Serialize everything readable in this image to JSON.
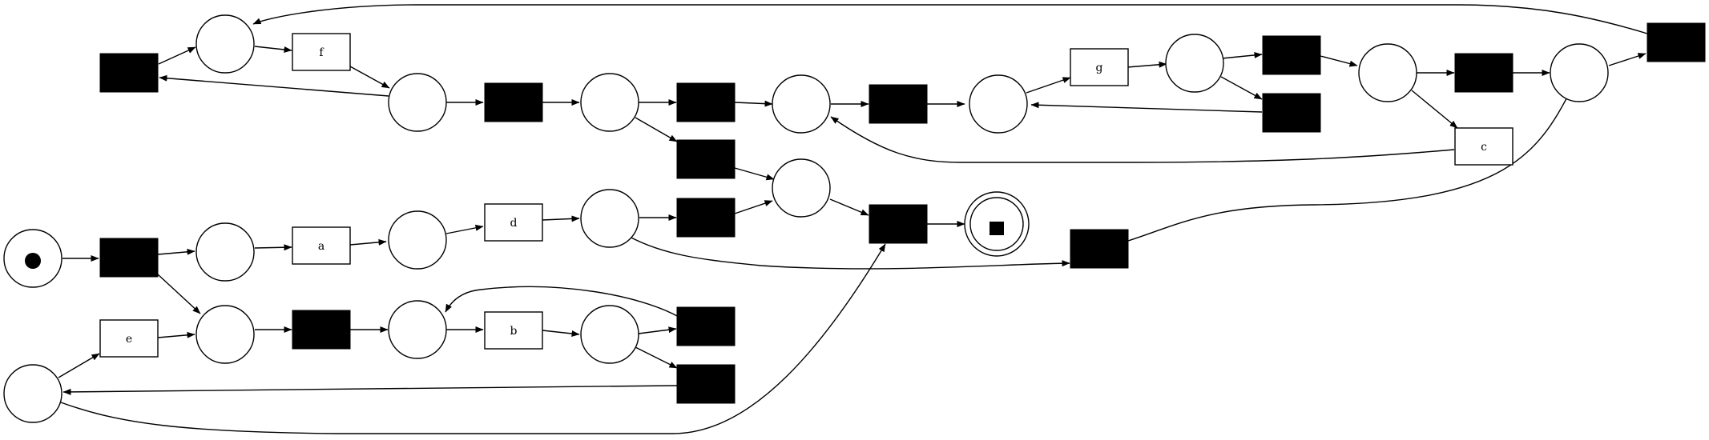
{
  "petri_net": {
    "places": [
      {
        "id": "p_start",
        "marking": "token"
      },
      {
        "id": "p_end",
        "marking": "final"
      },
      {
        "id": "p1"
      },
      {
        "id": "p2"
      },
      {
        "id": "p3"
      },
      {
        "id": "p4"
      },
      {
        "id": "p5"
      },
      {
        "id": "p6"
      },
      {
        "id": "p7"
      },
      {
        "id": "p8"
      },
      {
        "id": "p9"
      },
      {
        "id": "p10"
      },
      {
        "id": "p11"
      },
      {
        "id": "p12"
      },
      {
        "id": "p13"
      },
      {
        "id": "p14"
      },
      {
        "id": "p15"
      },
      {
        "id": "p16"
      },
      {
        "id": "p17"
      },
      {
        "id": "p18"
      },
      {
        "id": "p19"
      },
      {
        "id": "p20"
      }
    ],
    "transitions": [
      {
        "id": "t_a",
        "label": "a"
      },
      {
        "id": "t_b",
        "label": "b"
      },
      {
        "id": "t_c",
        "label": "c"
      },
      {
        "id": "t_d",
        "label": "d"
      },
      {
        "id": "t_e",
        "label": "e"
      },
      {
        "id": "t_f",
        "label": "f"
      },
      {
        "id": "t_g",
        "label": "g"
      }
    ]
  }
}
